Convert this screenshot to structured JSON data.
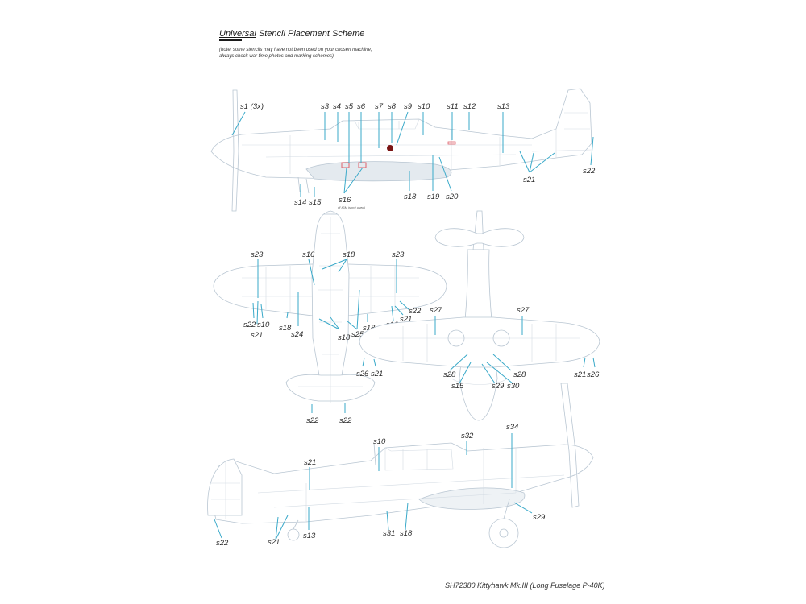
{
  "header": {
    "title_underlined": "Universal",
    "title_rest": " Stencil Placement Scheme",
    "note_line1": "(note: some stencils may have not been used on your chosen machine,",
    "note_line2": "always check war time photos and marking schemes)"
  },
  "footer": {
    "caption": "SH72380  Kittyhawk Mk.III (Long Fuselage P-40K)"
  },
  "side_view_top": {
    "labels": [
      "s1 (3x)",
      "s3",
      "s4",
      "s5",
      "s6",
      "s7",
      "s8",
      "s9",
      "s10",
      "s11",
      "s12",
      "s13",
      "s22",
      "s21",
      "s14",
      "s15",
      "s16",
      "s18",
      "s19",
      "s20"
    ],
    "s16_note": "(if IGM is not used)"
  },
  "plan_view_bottom": {
    "labels": [
      "s23",
      "s16",
      "s18",
      "s23",
      "s22",
      "s10",
      "s21",
      "s18",
      "s24",
      "s18",
      "s25",
      "s18",
      "s10",
      "s21",
      "s22",
      "s26",
      "s21",
      "s22",
      "s22"
    ]
  },
  "front_underside_view": {
    "labels": [
      "s27",
      "s27",
      "s28",
      "s28",
      "s15",
      "s29",
      "s30",
      "s21",
      "s26"
    ]
  },
  "side_view_bottom": {
    "labels": [
      "s10",
      "s32",
      "s34",
      "s21",
      "s29",
      "s22",
      "s21",
      "s13",
      "s31",
      "s18"
    ]
  },
  "colors": {
    "outline": "#b9c6d2",
    "leader": "#39a9c9",
    "text": "#2b2b2b",
    "stencil_red": "#e0606a",
    "roundel_center": "#7a1414"
  }
}
